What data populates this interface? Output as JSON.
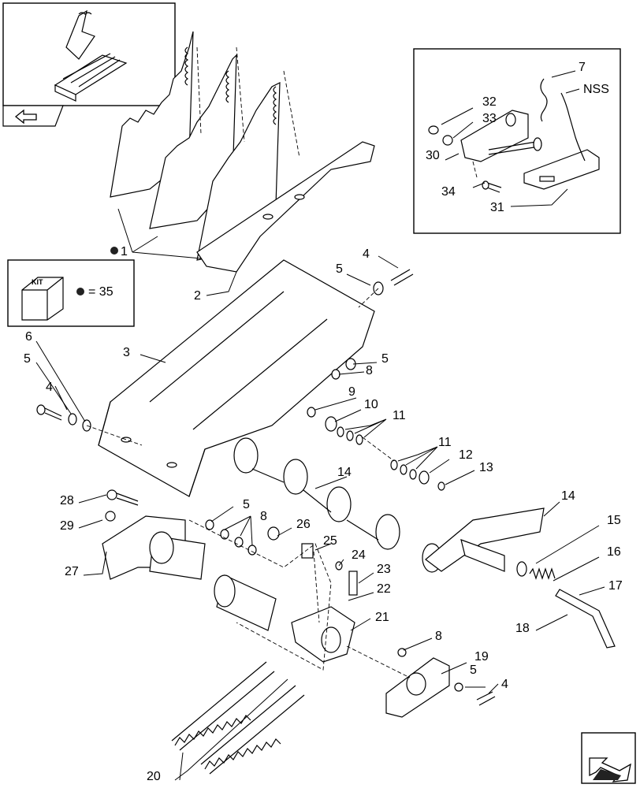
{
  "kit_box": {
    "kit_label": "KIT",
    "equals_label": "= 35"
  },
  "callouts": [
    {
      "id": "c1",
      "label": "1"
    },
    {
      "id": "c2",
      "label": "2"
    },
    {
      "id": "c3",
      "label": "3"
    },
    {
      "id": "c4a",
      "label": "4"
    },
    {
      "id": "c4b",
      "label": "4"
    },
    {
      "id": "c4c",
      "label": "4"
    },
    {
      "id": "c5a",
      "label": "5"
    },
    {
      "id": "c5b",
      "label": "5"
    },
    {
      "id": "c5c",
      "label": "5"
    },
    {
      "id": "c5d",
      "label": "5"
    },
    {
      "id": "c5e",
      "label": "5"
    },
    {
      "id": "c6",
      "label": "6"
    },
    {
      "id": "c7",
      "label": "7"
    },
    {
      "id": "c8a",
      "label": "8"
    },
    {
      "id": "c8b",
      "label": "8"
    },
    {
      "id": "c8c",
      "label": "8"
    },
    {
      "id": "c9",
      "label": "9"
    },
    {
      "id": "c10",
      "label": "10"
    },
    {
      "id": "c11a",
      "label": "11"
    },
    {
      "id": "c11b",
      "label": "11"
    },
    {
      "id": "c12",
      "label": "12"
    },
    {
      "id": "c13",
      "label": "13"
    },
    {
      "id": "c14a",
      "label": "14"
    },
    {
      "id": "c14b",
      "label": "14"
    },
    {
      "id": "c15",
      "label": "15"
    },
    {
      "id": "c16",
      "label": "16"
    },
    {
      "id": "c17",
      "label": "17"
    },
    {
      "id": "c18",
      "label": "18"
    },
    {
      "id": "c19",
      "label": "19"
    },
    {
      "id": "c20",
      "label": "20"
    },
    {
      "id": "c21",
      "label": "21"
    },
    {
      "id": "c22",
      "label": "22"
    },
    {
      "id": "c23",
      "label": "23"
    },
    {
      "id": "c24",
      "label": "24"
    },
    {
      "id": "c25",
      "label": "25"
    },
    {
      "id": "c26",
      "label": "26"
    },
    {
      "id": "c27",
      "label": "27"
    },
    {
      "id": "c28",
      "label": "28"
    },
    {
      "id": "c29",
      "label": "29"
    },
    {
      "id": "c30",
      "label": "30"
    },
    {
      "id": "c31",
      "label": "31"
    },
    {
      "id": "c32",
      "label": "32"
    },
    {
      "id": "c33",
      "label": "33"
    },
    {
      "id": "c34",
      "label": "34"
    },
    {
      "id": "cnss",
      "label": "NSS"
    }
  ],
  "nav_icons": [
    "thumbnail-back-arrow-icon",
    "next-page-arrow-icon"
  ]
}
